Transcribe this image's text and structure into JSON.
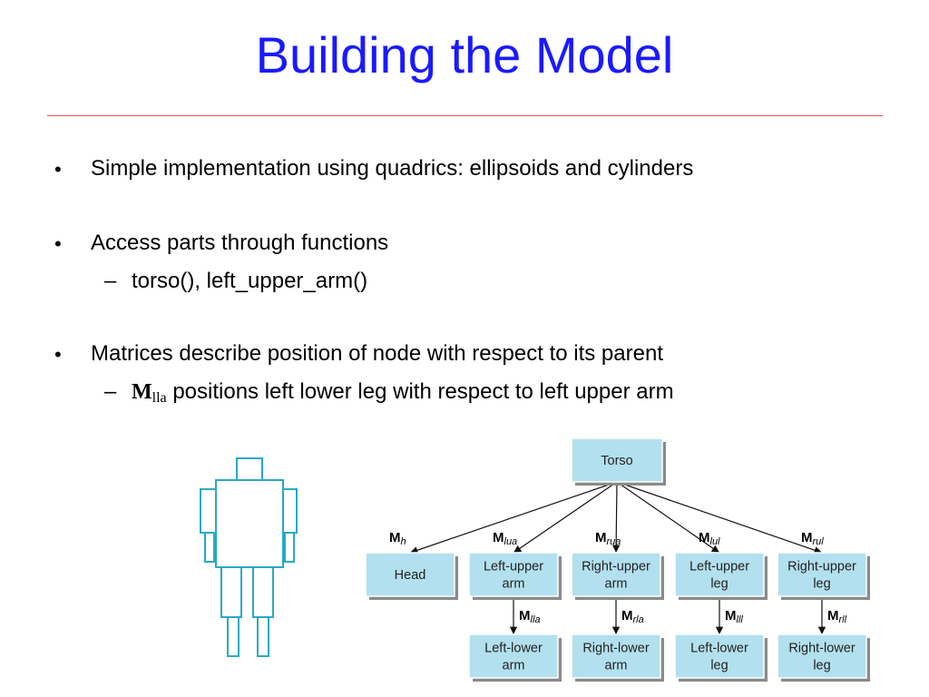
{
  "slide": {
    "title": "Building the Model"
  },
  "bullets": [
    {
      "marker": "•",
      "text": "Simple implementation using quadrics: ellipsoids and cylinders"
    },
    {
      "marker": "•",
      "text": "Access parts through functions",
      "sub": {
        "marker": "–",
        "text": "torso(), left_upper_arm()"
      }
    },
    {
      "marker": "•",
      "text": "Matrices describe position of node with respect to its parent",
      "sub": {
        "marker": "–",
        "math": "M",
        "math_sub": "lla",
        "text": "positions left lower leg with respect to left upper arm"
      }
    }
  ],
  "tree": {
    "root": "Torso",
    "level1": [
      {
        "matrix": "M",
        "matrix_sub": "h",
        "lines": [
          "Head"
        ]
      },
      {
        "matrix": "M",
        "matrix_sub": "lua",
        "lines": [
          "Left-upper",
          "arm"
        ]
      },
      {
        "matrix": "M",
        "matrix_sub": "rua",
        "lines": [
          "Right-upper",
          "arm"
        ]
      },
      {
        "matrix": "M",
        "matrix_sub": "lul",
        "lines": [
          "Left-upper",
          "leg"
        ]
      },
      {
        "matrix": "M",
        "matrix_sub": "rul",
        "lines": [
          "Right-upper",
          "leg"
        ]
      }
    ],
    "level2": [
      {
        "matrix": "M",
        "matrix_sub": "lla",
        "lines": [
          "Left-lower",
          "arm"
        ]
      },
      {
        "matrix": "M",
        "matrix_sub": "rla",
        "lines": [
          "Right-lower",
          "arm"
        ]
      },
      {
        "matrix": "M",
        "matrix_sub": "lll",
        "lines": [
          "Left-lower",
          "leg"
        ]
      },
      {
        "matrix": "M",
        "matrix_sub": "rll",
        "lines": [
          "Right-lower",
          "leg"
        ]
      }
    ]
  },
  "colors": {
    "title": "#1a1aff",
    "rule": "#e05050",
    "box_fill": "#b3e0ee",
    "figure_stroke": "#2aa9c6"
  }
}
